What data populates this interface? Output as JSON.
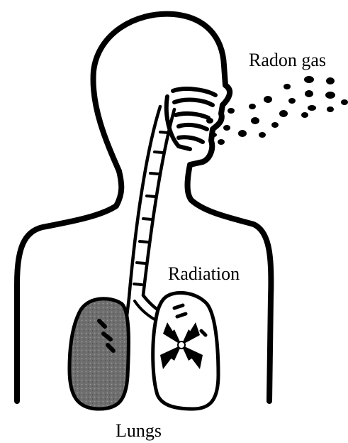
{
  "labels": {
    "radon_gas": "Radon gas",
    "radiation": "Radiation",
    "lungs": "Lungs"
  },
  "colors": {
    "outline": "#000000",
    "background": "#ffffff",
    "affected_lung": "#6e6e6e"
  }
}
